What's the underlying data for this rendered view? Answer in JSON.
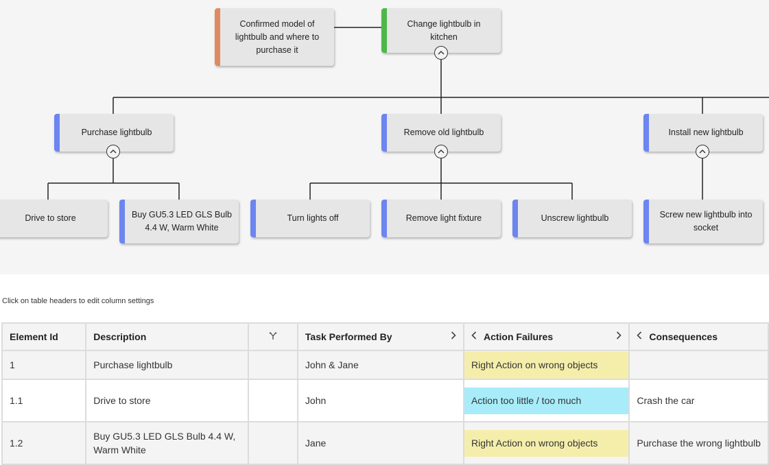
{
  "tree": {
    "root": {
      "label": "Change lightbulb in kitchen",
      "color": "#4cb84a"
    },
    "note": {
      "label": "Confirmed model of lightbulb and where to purchase it",
      "color": "#e08a5f"
    },
    "subtasks": [
      {
        "label": "Purchase lightbulb",
        "color": "#6d85f0"
      },
      {
        "label": "Remove old lightbulb",
        "color": "#6d85f0"
      },
      {
        "label": "Install new lightbulb",
        "color": "#6d85f0"
      }
    ],
    "leaves": [
      {
        "label": "Drive to store",
        "color": "#6d85f0"
      },
      {
        "label": "Buy GU5.3 LED GLS Bulb 4.4 W, Warm White",
        "color": "#6d85f0"
      },
      {
        "label": "Turn lights off",
        "color": "#6d85f0"
      },
      {
        "label": "Remove light fixture",
        "color": "#6d85f0"
      },
      {
        "label": "Unscrew lightbulb",
        "color": "#6d85f0"
      },
      {
        "label": "Screw new lightbulb into socket",
        "color": "#6d85f0"
      }
    ]
  },
  "hint": "Click on table headers to edit column settings",
  "table": {
    "headers": {
      "element_id": "Element Id",
      "description": "Description",
      "filter_icon": "branch-filter-icon",
      "task_performed_by": "Task Performed By",
      "action_failures": "Action Failures",
      "consequences": "Consequences"
    },
    "rows": [
      {
        "id": "1",
        "description": "Purchase lightbulb",
        "performed_by": "John & Jane",
        "failure": "Right Action on wrong objects",
        "failure_color": "#f5eeab",
        "consequence": ""
      },
      {
        "id": "1.1",
        "description": "Drive to store",
        "performed_by": "John",
        "failure": "Action too little / too much",
        "failure_color": "#a8ecfa",
        "consequence": "Crash the car"
      },
      {
        "id": "1.2",
        "description": "Buy GU5.3 LED GLS Bulb 4.4 W, Warm White",
        "performed_by": "Jane",
        "failure": "Right Action on wrong objects",
        "failure_color": "#f5eeab",
        "consequence": "Purchase the wrong lightbulb"
      }
    ]
  }
}
